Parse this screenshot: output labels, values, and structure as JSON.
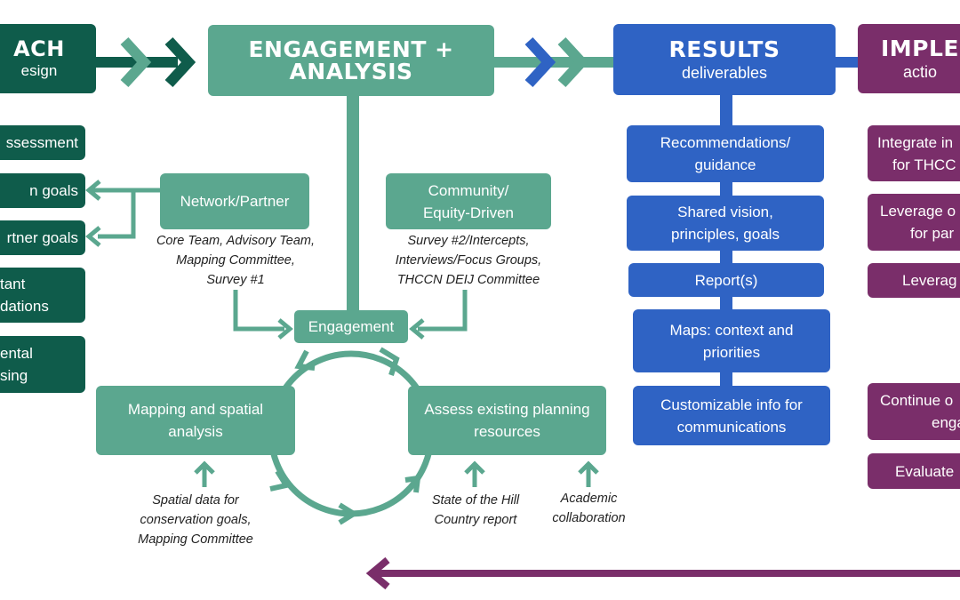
{
  "headers": {
    "approach": {
      "title": "ACH",
      "subtitle": "esign"
    },
    "engagement": {
      "title": "ENGAGEMENT + ANALYSIS"
    },
    "results": {
      "title": "RESULTS",
      "subtitle": "deliverables"
    },
    "implementation": {
      "title": "IMPLE",
      "subtitle": "actio"
    }
  },
  "approach_items": [
    {
      "lines": [
        "ssessment"
      ]
    },
    {
      "lines": [
        "n goals"
      ]
    },
    {
      "lines": [
        "rtner goals"
      ]
    },
    {
      "lines": [
        "tant",
        "dations"
      ]
    },
    {
      "lines": [
        "ental",
        "sing"
      ]
    }
  ],
  "engagement": {
    "network_partner": "Network/Partner",
    "network_notes": [
      "Core Team, Advisory Team,",
      "Mapping Committee,",
      "Survey #1"
    ],
    "community": [
      "Community/",
      "Equity-Driven"
    ],
    "community_notes": [
      "Survey #2/Intercepts,",
      "Interviews/Focus Groups,",
      "THCCN DEIJ Committee"
    ],
    "engagement_hub": "Engagement",
    "mapping": [
      "Mapping and spatial",
      "analysis"
    ],
    "mapping_notes": [
      "Spatial data for",
      "conservation goals,",
      "Mapping Committee"
    ],
    "assess": [
      "Assess existing planning",
      "resources"
    ],
    "state_notes": [
      "State of the Hill",
      "Country report"
    ],
    "academic_notes": [
      "Academic",
      "collaboration"
    ]
  },
  "results_items": [
    {
      "lines": [
        "Recommendations/",
        "guidance"
      ]
    },
    {
      "lines": [
        "Shared vision,",
        "principles, goals"
      ]
    },
    {
      "lines": [
        "Report(s)"
      ]
    },
    {
      "lines": [
        "Maps: context and",
        "priorities"
      ]
    },
    {
      "lines": [
        "Customizable info for",
        "communications"
      ]
    }
  ],
  "implementation_items": [
    {
      "lines": [
        "Integrate in",
        "for THCC"
      ]
    },
    {
      "lines": [
        "Leverage o",
        "for par"
      ]
    },
    {
      "lines": [
        "Leverag"
      ]
    },
    {
      "lines": [
        "Continue o",
        "engag"
      ]
    },
    {
      "lines": [
        "Evaluate"
      ]
    }
  ],
  "colors": {
    "dark_green": "#0f5c4b",
    "teal": "#5ba78f",
    "blue": "#2f63c4",
    "purple": "#7a2e6a"
  }
}
